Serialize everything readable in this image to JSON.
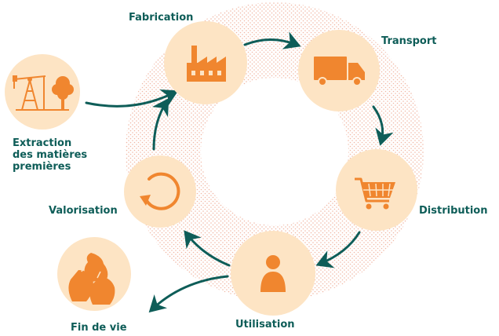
{
  "colors": {
    "circle_fill": "#fde4c4",
    "icon": "#f0862f",
    "arrow": "#0e5d58",
    "label": "#0e5d58",
    "ring_dots": "#ec9f86"
  },
  "labels": {
    "fabrication": "Fabrication",
    "transport": "Transport",
    "distribution": "Distribution",
    "utilisation": "Utilisation",
    "valorisation": "Valorisation",
    "extraction": [
      "Extraction",
      "des matières",
      "premières"
    ],
    "fin_de_vie": "Fin de vie"
  },
  "icons": {
    "extraction": "oil-pump-and-tree-icon",
    "fabrication": "factory-icon",
    "transport": "truck-icon",
    "distribution": "shopping-cart-icon",
    "utilisation": "person-icon",
    "valorisation": "recycle-arrow-icon",
    "fin_de_vie": "garbage-bags-icon"
  }
}
